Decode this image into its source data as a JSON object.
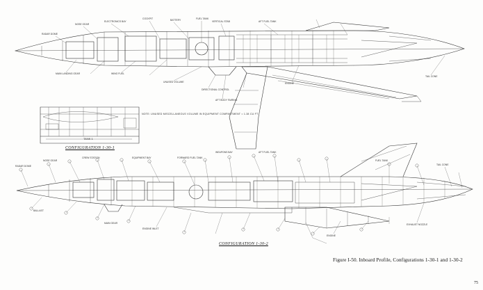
{
  "caption": "Figure I-50.  Inboard Profile, Configurations 1-30-1 and 1-30-2",
  "page_number": "75",
  "note": "NOTE: UNUSED MISCELLANEOUS VOLUME IN EQUIPMENT COMPARTMENT = 1.38 CU FT",
  "top_configuration_label": "CONFIGURATION 1-30-1",
  "bottom_configuration_label": "CONFIGURATION 1-30-2",
  "detail_label": "TANK 1",
  "top_callouts": [
    "RADAR DOME",
    "NOSE GEAR",
    "ELECTRONICS BAY",
    "COCKPIT",
    "BATTERY",
    "FUEL TANK",
    "VERTICAL STAB",
    "AFT FUEL TANK",
    "MAIN LANDING GEAR",
    "WING FUEL",
    "DIRECTIONAL CONTROL",
    "ENGINE",
    "TAIL CONE",
    "UNUSED VOLUME",
    "AFT BODY FAIRING"
  ],
  "bottom_callouts": [
    "RADAR DOME",
    "NOSE GEAR",
    "BALLAST",
    "CREW STATION",
    "EQUIPMENT BAY",
    "FORWARD FUEL TANK",
    "WEAPONS BAY",
    "AFT FUEL TANK",
    "ENGINE INLET",
    "MAIN GEAR",
    "ENGINE",
    "TAIL CONE",
    "EXHAUST NOZZLE",
    "FUEL TANK"
  ]
}
